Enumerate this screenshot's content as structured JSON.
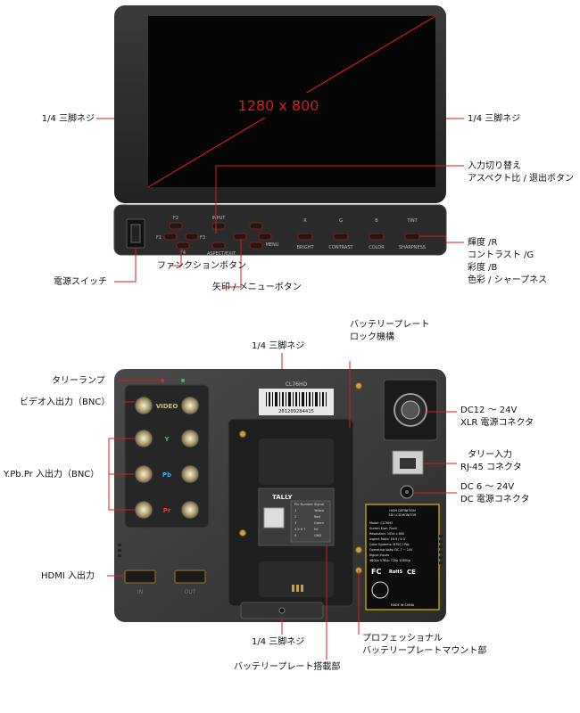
{
  "front_view": {
    "screen_resolution": "1280 x 800",
    "callouts": {
      "tripod_left": "1/4 三脚ネジ",
      "tripod_right": "1/4 三脚ネジ",
      "input_switch_line1": "入力切り替え",
      "input_switch_line2": "アスペクト比 / 退出ボタン",
      "adjust_1": "輝度 /R",
      "adjust_2": "コントラスト /G",
      "adjust_3": "彩度 /B",
      "adjust_4": "色彩 / シャープネス",
      "power_switch": "電源スイッチ",
      "function_buttons": "ファンクションボタン",
      "arrow_menu_buttons": "矢印 / メニューボタン"
    },
    "panel_labels": {
      "f2": "F2",
      "f1": "F1",
      "f3": "F3",
      "f4": "F4",
      "input": "INPUT",
      "aspect_exit": "ASPECT/EXIT",
      "menu": "MENU",
      "r": "R",
      "g": "G",
      "b": "B",
      "tint": "TINT",
      "bright": "BRIGHT",
      "contrast": "CONTRAST",
      "color": "COLOR",
      "sharpness": "SHARPNESS"
    }
  },
  "rear_view": {
    "callouts": {
      "battery_lock_line1": "バッテリープレート",
      "battery_lock_line2": "ロック機構",
      "tripod_top": "1/4 三脚ネジ",
      "tally_lamp": "タリーランプ",
      "video_io": "ビデオ入出力（BNC）",
      "ypbpr_io": "Y.Pb.Pr 入出力（BNC）",
      "hdmi_io": "HDMI 入出力",
      "dc12_line1": "DC12 ～ 24V",
      "dc12_line2": "XLR 電源コネクタ",
      "tally_in_line1": "タリー入力",
      "tally_in_line2": "RJ-45 コネクタ",
      "dc6_line1": "DC 6 ～ 24V",
      "dc6_line2": "DC 電源コネクタ",
      "tripod_bottom": "1/4 三脚ネジ",
      "pro_battery_line1": "プロフェッショナル",
      "pro_battery_line2": "バッテリープレートマウント部",
      "battery_plate": "バッテリープレート搭載部"
    },
    "panel_labels": {
      "video": "VIDEO",
      "y": "Y",
      "pb": "Pb",
      "pr": "Pr",
      "model": "CL76HO",
      "serial": "201209284415",
      "tally": "TALLY",
      "hdmi_in": "IN",
      "hdmi_out": "OUT",
      "spec_title": "HIGH DEFINITION",
      "spec_sub": "SDI LCD MONITOR",
      "spec_model": "Model: CL76HO",
      "spec_screen": "Screen Size: 7inch",
      "spec_resolution": "Resolution: 1024 x 800",
      "spec_aspect": "Aspect Ratio: 16:9 / 4:3",
      "spec_color": "Color Systems: NTSC / PAL",
      "spec_voltage": "Operating Volts: DC 7 ~ 24V",
      "spec_signal": "Signal Inputs",
      "spec_signal2": "480i/p 576i/p 720p 1080i/p",
      "made_in": "MADE IN CHINA",
      "fc": "FC",
      "rohs": "RoHS",
      "ce": "CE"
    },
    "tally_table": {
      "headers": [
        "Pin Number",
        "Signal"
      ],
      "rows": [
        [
          "1",
          "Yellow"
        ],
        [
          "2",
          "Red"
        ],
        [
          "3",
          "Green"
        ],
        [
          "4 5 6 7",
          "NC"
        ],
        [
          "8",
          "GND"
        ]
      ]
    }
  },
  "colors": {
    "callout_red": "#d7191c",
    "screen_black": "#050505",
    "bezel": "#2e2e2e",
    "video_gold": "#e0c050",
    "y_green": "#3cc070",
    "pb_blue": "#3ca8e8",
    "pr_red": "#d84040"
  }
}
